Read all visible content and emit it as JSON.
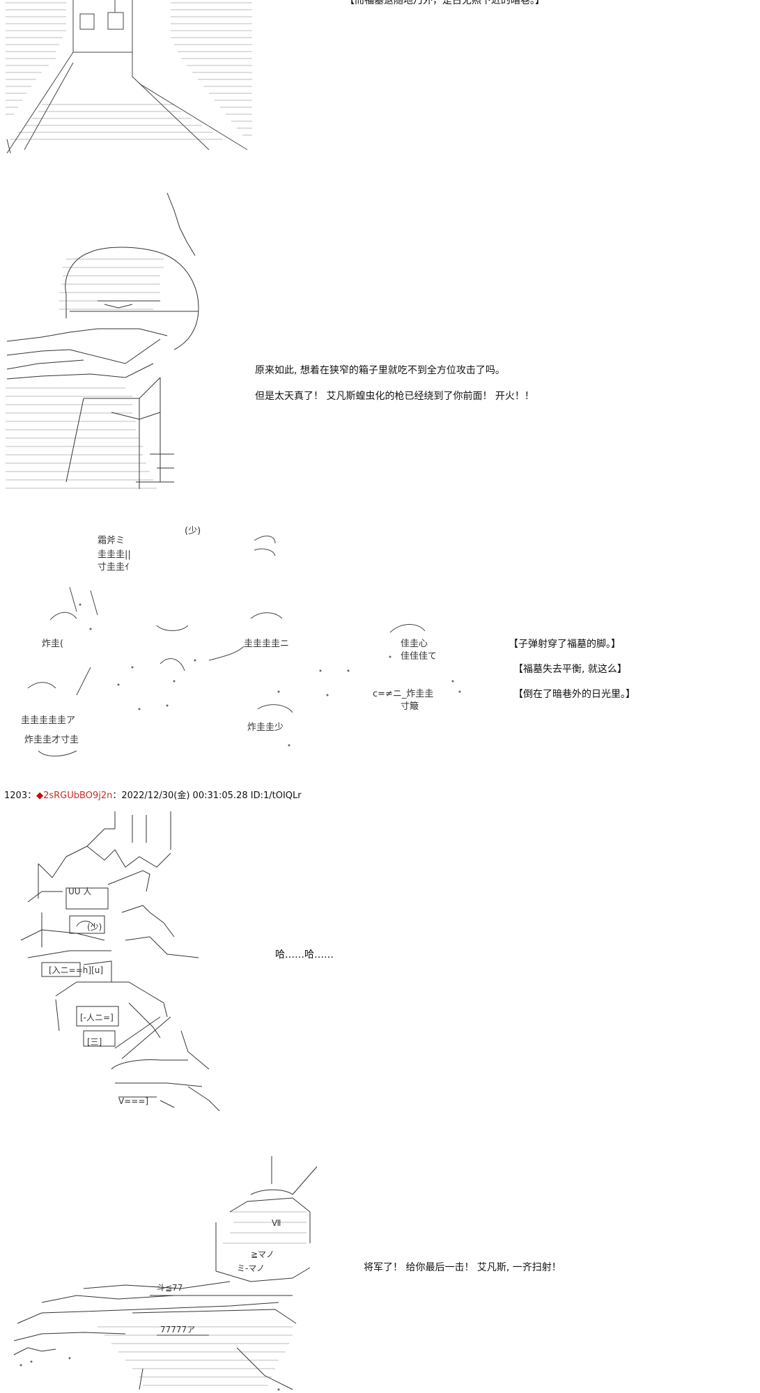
{
  "narration": {
    "top_caption": "【而福墓退随地乃外，是古无照下近的暗巷。】",
    "panel2_line1": "原来如此, 想着在狭窄的箱子里就吃不到全方位攻击了吗。",
    "panel2_line2": "但是太天真了！ 艾凡斯蝗虫化的枪已经绕到了你前面！ 开火！！",
    "panel3_line1": "【子弹射穿了福墓的脚。】",
    "panel3_line2": "【福墓失去平衡, 就这么】",
    "panel3_line3": "【倒在了暗巷外的日光里。】",
    "panel4_line1": "哈……哈……",
    "panel5_line1": "将军了！ 给你最后一击！ 艾凡斯, 一齐扫射！"
  },
  "post": {
    "number": "1203",
    "separator": "：",
    "diamond": "◆",
    "trip": "2sRGUbBO9j2n",
    "datetime": "：2022/12/30(金) 00:31:05.28 ID:1/tOIQLr"
  },
  "art_text": {
    "sfx_1": "霜斧ミ",
    "sfx_2": "圭圭圭||",
    "sfx_3": "寸圭圭ｲ",
    "sfx_4": "炸圭(",
    "sfx_5": "圭圭圭圭圭ア",
    "sfx_6": "炸圭圭才寸圭",
    "sfx_7": "圭圭圭圭ニ",
    "sfx_8": "炸圭圭少",
    "sfx_9": "佳圭心",
    "sfx_10": "佳佳佳て",
    "sfx_11": "c=≠ニ_炸圭圭",
    "sfx_12": "寸簸",
    "sfx_13": "(少)",
    "sfx_14": "斗≦77",
    "sfx_15": "77777ア",
    "sfx_16": "ミ-マノ",
    "sfx_17": "≧マノ"
  }
}
